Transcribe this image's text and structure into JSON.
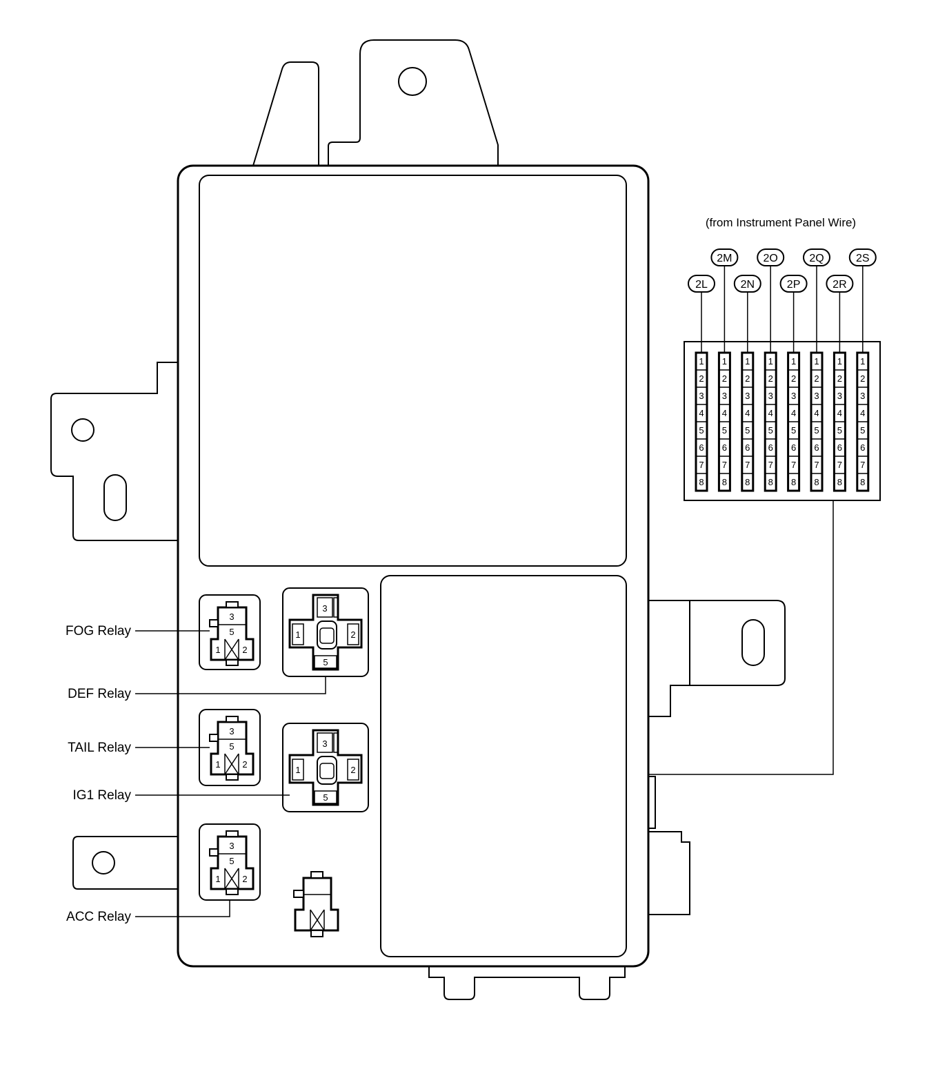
{
  "relays": [
    {
      "label": "FOG Relay",
      "type": "mini"
    },
    {
      "label": "DEF Relay",
      "type": "cross"
    },
    {
      "label": "TAIL Relay",
      "type": "mini"
    },
    {
      "label": "IG1 Relay",
      "type": "cross"
    },
    {
      "label": "ACC Relay",
      "type": "mini"
    }
  ],
  "mini_relay_pins": {
    "top": "3",
    "mid": "5",
    "left": "1",
    "right": "2"
  },
  "cross_relay_pins": {
    "top": "3",
    "left": "1",
    "right": "2",
    "bottom": "5"
  },
  "connector_header": "(from Instrument Panel Wire)",
  "connectors": [
    "2L",
    "2M",
    "2N",
    "2O",
    "2P",
    "2Q",
    "2R",
    "2S"
  ],
  "connector_pins": [
    "1",
    "2",
    "3",
    "4",
    "5",
    "6",
    "7",
    "8"
  ]
}
